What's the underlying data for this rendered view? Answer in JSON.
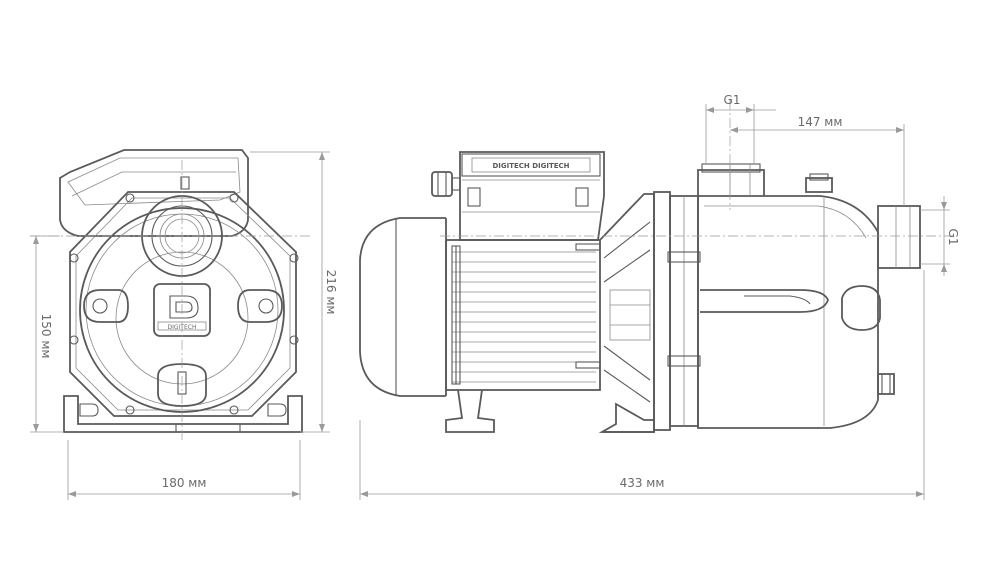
{
  "dimensions": {
    "front_width": "180 мм",
    "front_height": "216 мм",
    "front_axis_height": "150 мм",
    "total_length": "433 мм",
    "inlet_offset": "147 мм",
    "inlet_thread": "G1",
    "outlet_thread": "G1"
  },
  "logo": {
    "brand_text": "DIGITECH",
    "nameplate_text": "DIGITECH DIGITECH"
  },
  "colors": {
    "line": "#5a5a5a",
    "dimension": "#9a9a9a",
    "text": "#6a6a6a",
    "background": "#ffffff"
  }
}
